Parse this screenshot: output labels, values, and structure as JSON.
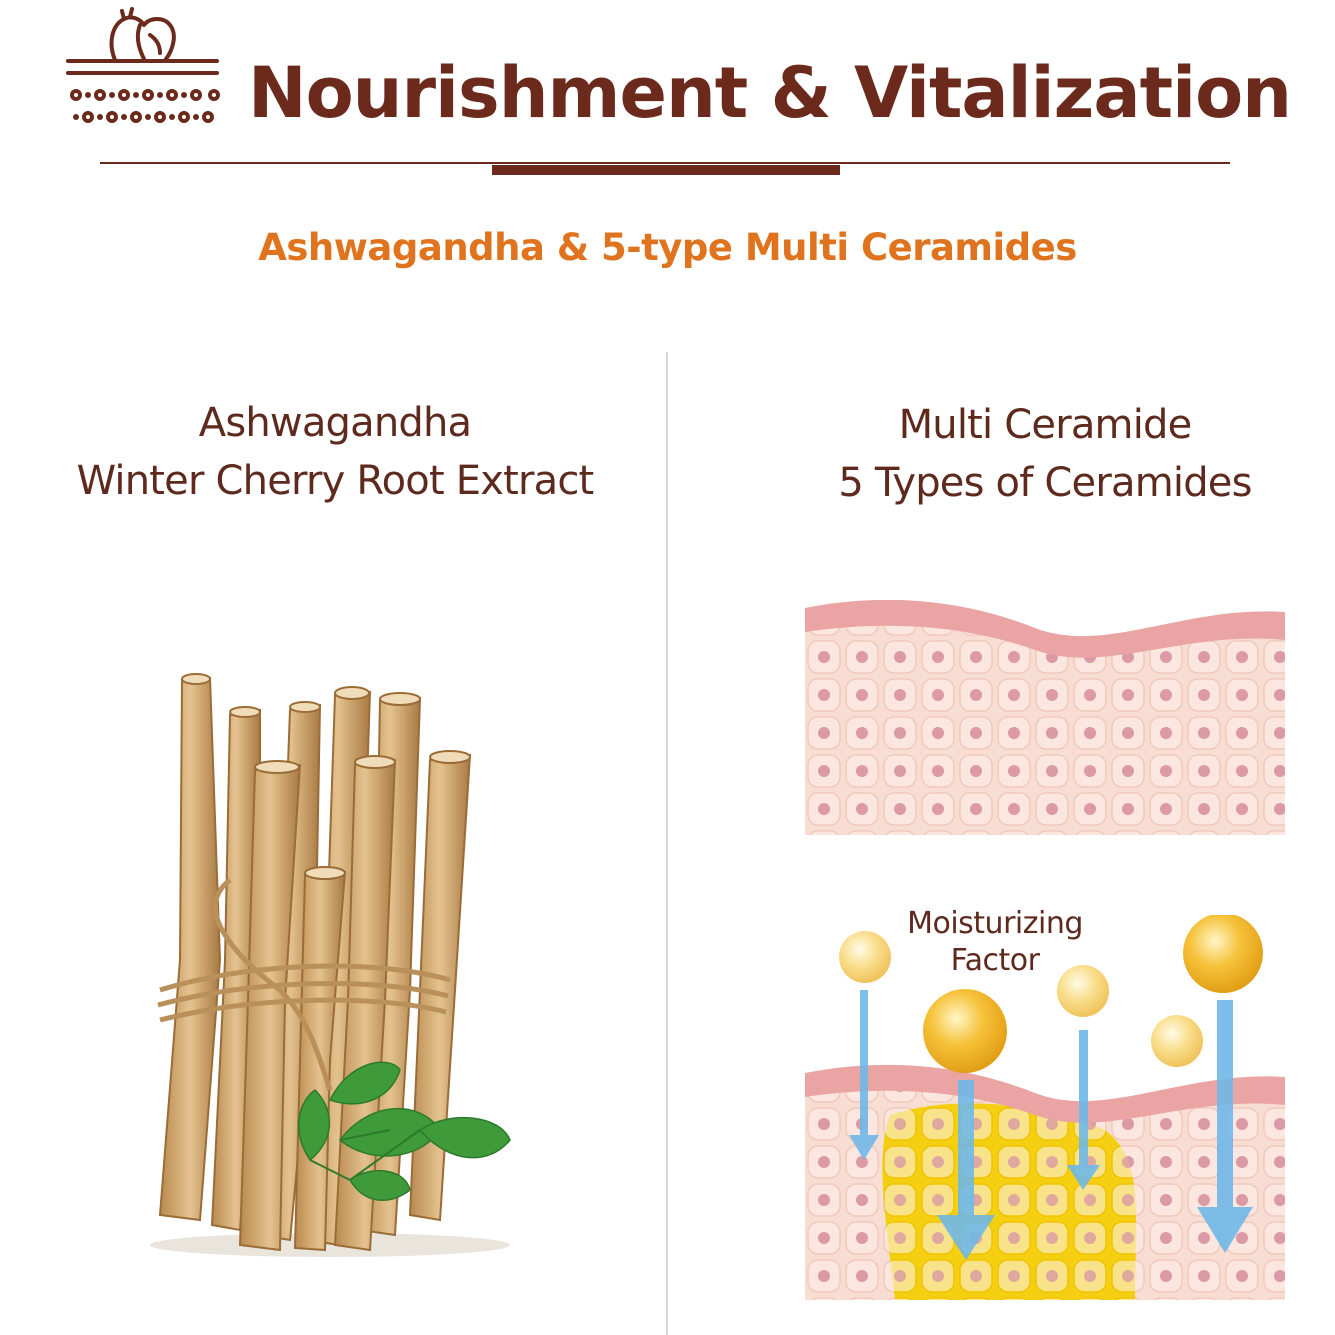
{
  "header": {
    "title": "Nourishment & Vitalization",
    "subtitle": "Ashwagandha & 5-type Multi Ceramides"
  },
  "left_column": {
    "heading_line1": "Ashwagandha",
    "heading_line2": "Winter Cherry Root Extract"
  },
  "right_column": {
    "heading_line1": "Multi Ceramide",
    "heading_line2": "5 Types of Ceramides",
    "moisturizing_label_line1": "Moisturizing",
    "moisturizing_label_line2": "Factor"
  },
  "colors": {
    "brand_brown": "#6b2a1c",
    "accent_orange": "#e0731e",
    "skin_pink": "#f2c9c0",
    "arrow_blue": "#6fb8e8",
    "ceramide_yellow": "#f5d21a"
  },
  "icons": [
    "skin-layers-logo-icon"
  ]
}
